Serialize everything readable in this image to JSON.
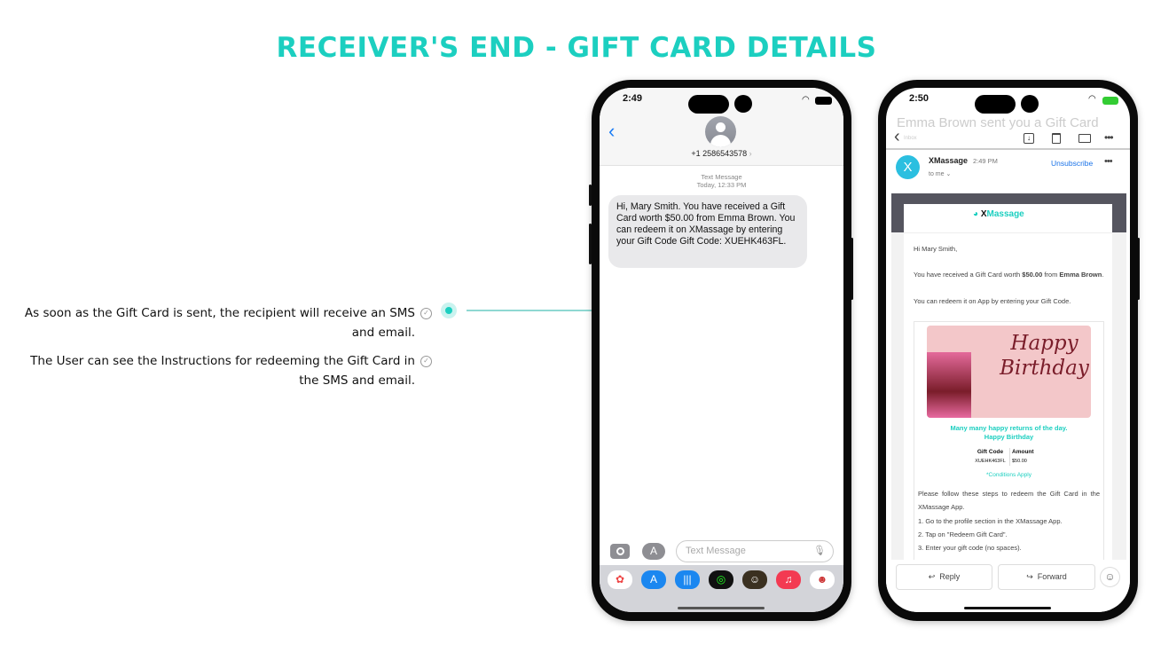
{
  "title": "RECEIVER'S END - GIFT CARD DETAILS",
  "notes": [
    {
      "text": "As soon as the Gift Card is sent, the recipient will receive an SMS and email."
    },
    {
      "text": "The User can see the Instructions for redeeming the Gift Card in the SMS and email."
    }
  ],
  "accent": "#1ccfc0",
  "sms": {
    "time": "2:49",
    "contact": "+1 2586543578",
    "meta_label": "Text Message",
    "meta_date": "Today, 12:33 PM",
    "message": "Hi, Mary Smith. You have received a Gift Card worth $50.00 from Emma Brown. You can redeem it on XMassage by entering your Gift Code Gift Code: XUEHK463FL.",
    "input_placeholder": "Text Message"
  },
  "email": {
    "time": "2:50",
    "subject": "Emma Brown sent you a Gift Card",
    "back_label": "Inbox",
    "sender_initial": "X",
    "sender": "XMassage",
    "sent_time": "2:49 PM",
    "to": "to me",
    "unsubscribe": "Unsubscribe",
    "brand_x": "X",
    "brand_rest": "Massage",
    "greeting": "Hi Mary Smith,",
    "line1_a": "You have received a Gift Card worth ",
    "line1_amount": "$50.00",
    "line1_b": " from ",
    "line1_name": "Emma Brown",
    "line2": "You can redeem it on App by entering your Gift Code.",
    "card_title_1": "Happy",
    "card_title_2": "Birthday",
    "wish_1": "Many many happy returns of the day.",
    "wish_2": "Happy Birthday",
    "code_label": "Gift Code",
    "code_value": "XUEHK463FL",
    "amount_label": "Amount",
    "amount_value": "$50.00",
    "conditions": "*Conditions Apply",
    "steps_intro": "Please follow these steps to redeem the Gift Card in the XMassage App.",
    "steps": [
      "1. Go to the profile section in the XMassage App.",
      "2. Tap on \"Redeem Gift Card\".",
      "3. Enter your gift code (no spaces)."
    ],
    "reply": "Reply",
    "forward": "Forward"
  }
}
